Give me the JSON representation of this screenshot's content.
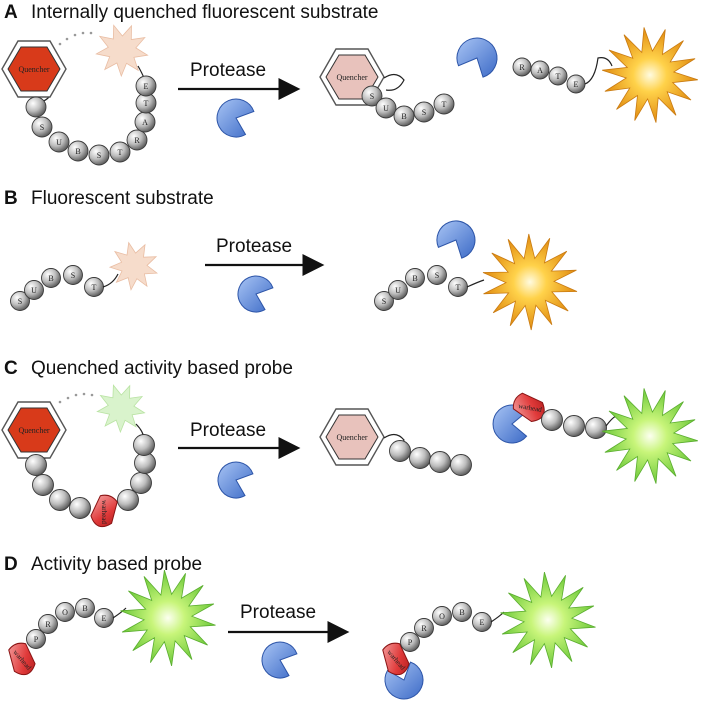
{
  "colors": {
    "quencher_active": "#d83a1a",
    "quencher_released": "#e8c2bc",
    "orange_burst": "#f2a51a",
    "green_burst": "#8fe04a",
    "dim_orange": "#f6dccb",
    "dim_green": "#d9f3cc",
    "enzyme_blue": "#5b86d6",
    "warhead_red": "#e03a3a",
    "bead_grey": "#9c9c9c"
  },
  "icons": {
    "quencher": "hexagon-quencher-icon",
    "fluorophore": "starburst-fluorophore-icon",
    "enzyme": "pacman-protease-icon",
    "warhead": "warhead-icon"
  },
  "shared": {
    "quencher_label": "Quencher",
    "warhead_label": "warhead"
  },
  "panels": {
    "a": {
      "letter": "A",
      "title": "Internally quenched fluorescent substrate",
      "protease": "Protease",
      "ring": [
        "S",
        "U",
        "B",
        "S",
        "T",
        "R",
        "A",
        "T",
        "E"
      ],
      "cut_left": [
        "S",
        "U",
        "B",
        "S",
        "T"
      ],
      "cut_right": [
        "R",
        "A",
        "T",
        "E"
      ]
    },
    "b": {
      "letter": "B",
      "title": "Fluorescent substrate",
      "protease": "Protease",
      "chain": [
        "S",
        "U",
        "B",
        "S",
        "T"
      ]
    },
    "c": {
      "letter": "C",
      "title": "Quenched activity based probe",
      "protease": "Protease"
    },
    "d": {
      "letter": "D",
      "title": "Activity based probe",
      "protease": "Protease",
      "chain": [
        "P",
        "R",
        "O",
        "B",
        "E"
      ]
    }
  }
}
